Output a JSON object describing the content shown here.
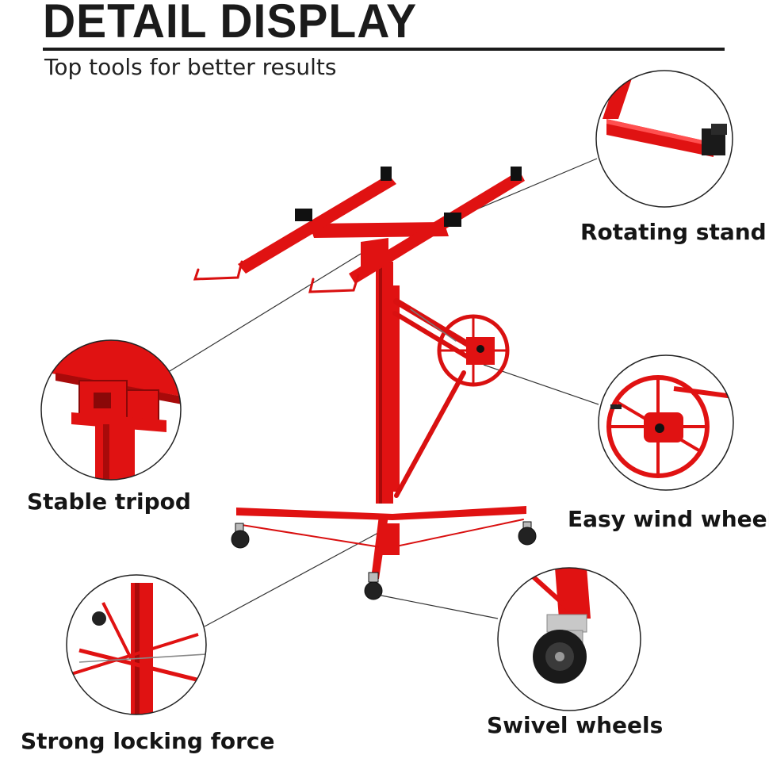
{
  "header": {
    "title": "DETAIL DISPLAY",
    "subtitle": "Top tools for better results"
  },
  "features": [
    {
      "label": "Rotating stand"
    },
    {
      "label": "Stable tripod"
    },
    {
      "label": "Easy wind wheel"
    },
    {
      "label": "Strong locking force"
    },
    {
      "label": "Swivel wheels"
    }
  ],
  "colors": {
    "frame": "#e01212",
    "frame_dark": "#a80a0a",
    "text": "#151515",
    "leader_line": "#333333"
  }
}
